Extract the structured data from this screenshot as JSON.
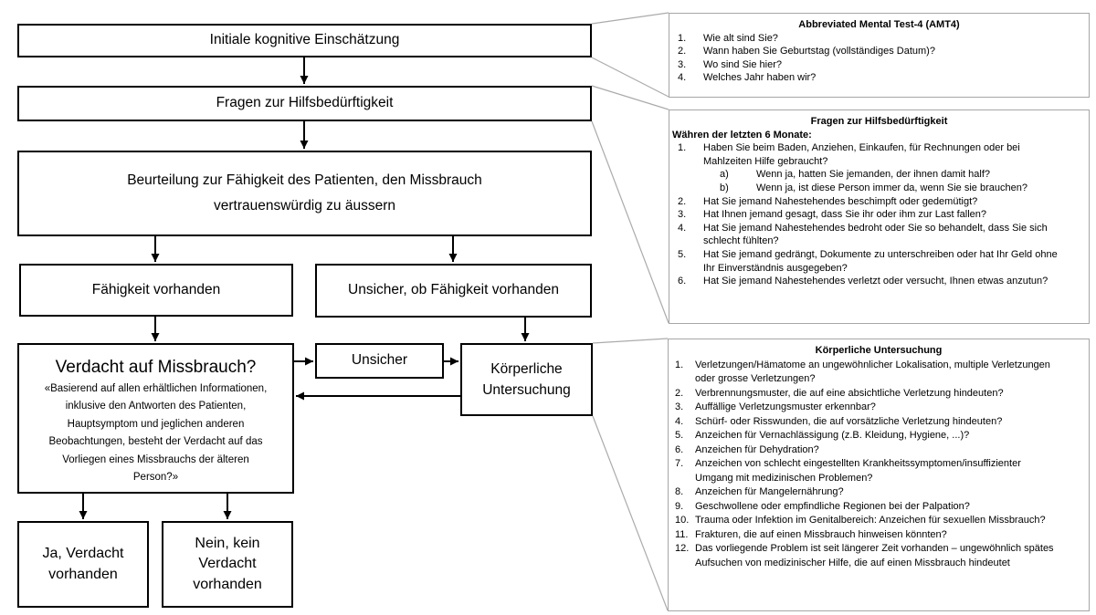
{
  "colors": {
    "background": "#ffffff",
    "box_border": "#000000",
    "text": "#000000",
    "panel_border": "#a6a6a6",
    "callout_line": "#ababab"
  },
  "flowchart": {
    "nodes": {
      "initial": "Initiale kognitive Einschätzung",
      "fragen": "Fragen zur Hilfsbedürftigkeit",
      "beurteilung": "Beurteilung zur Fähigkeit des Patienten, den Missbrauch\nvertrauenswürdig zu äussern",
      "faehigkeit": "Fähigkeit vorhanden",
      "unsicher_ob": "Unsicher, ob Fähigkeit vorhanden",
      "verdacht_title": "Verdacht auf Missbrauch?",
      "verdacht_sub": "«Basierend auf allen erhältlichen Informationen,\ninklusive den Antworten des Patienten,\nHauptsymptom und jeglichen anderen\nBeobachtungen, besteht der Verdacht auf das\nVorliegen eines Missbrauchs der älteren\nPerson?»",
      "unsicher": "Unsicher",
      "koerperlich": "Körperliche\nUntersuchung",
      "ja": "Ja, Verdacht\nvorhanden",
      "nein": "Nein, kein\nVerdacht\nvorhanden"
    }
  },
  "panels": [
    {
      "title": "Abbreviated Mental Test-4 (AMT4)",
      "items": [
        {
          "n": "1.",
          "text": "Wie alt sind Sie?"
        },
        {
          "n": "2.",
          "text": "Wann haben Sie Geburtstag (vollständiges Datum)?"
        },
        {
          "n": "3.",
          "text": "Wo sind Sie hier?"
        },
        {
          "n": "4.",
          "text": "Welches Jahr haben wir?"
        }
      ]
    },
    {
      "title": "Fragen zur Hilfsbedürftigkeit",
      "subtitle": "Währen der letzten 6 Monate:",
      "items": [
        {
          "n": "1.",
          "text": "Haben Sie beim Baden, Anziehen, Einkaufen, für Rechnungen oder bei Mahlzeiten Hilfe gebraucht?"
        },
        {
          "n": "a)",
          "text": "Wenn ja, hatten Sie jemanden, der ihnen damit half?"
        },
        {
          "n": "b)",
          "text": "Wenn ja, ist diese Person immer da, wenn Sie sie brauchen?"
        },
        {
          "n": "2.",
          "text": "Hat Sie jemand Nahestehendes beschimpft oder gedemütigt?"
        },
        {
          "n": "3.",
          "text": "Hat Ihnen jemand gesagt, dass Sie ihr oder ihm zur Last fallen?"
        },
        {
          "n": "4.",
          "text": "Hat Sie jemand Nahestehendes bedroht oder Sie so behandelt, dass Sie sich schlecht fühlten?"
        },
        {
          "n": "5.",
          "text": "Hat Sie jemand gedrängt, Dokumente zu unterschreiben oder hat Ihr Geld ohne Ihr Einverständnis ausgegeben?"
        },
        {
          "n": "6.",
          "text": "Hat Sie jemand Nahestehendes verletzt oder versucht, Ihnen etwas anzutun?"
        }
      ]
    },
    {
      "title": "Körperliche Untersuchung",
      "items": [
        {
          "n": "1.",
          "text": "Verletzungen/Hämatome an ungewöhnlicher Lokalisation, multiple Verletzungen oder grosse Verletzungen?"
        },
        {
          "n": "2.",
          "text": "Verbrennungsmuster, die auf eine absichtliche Verletzung hindeuten?"
        },
        {
          "n": "3.",
          "text": "Auffällige Verletzungsmuster erkennbar?"
        },
        {
          "n": "4.",
          "text": "Schürf- oder Risswunden, die auf vorsätzliche Verletzung hindeuten?"
        },
        {
          "n": "5.",
          "text": "Anzeichen für Vernachlässigung (z.B. Kleidung, Hygiene, ...)?"
        },
        {
          "n": "6.",
          "text": "Anzeichen für Dehydration?"
        },
        {
          "n": "7.",
          "text": "Anzeichen von schlecht eingestellten Krankheitssymptomen/insuffizienter Umgang mit medizinischen Problemen?"
        },
        {
          "n": "8.",
          "text": "Anzeichen für Mangelernährung?"
        },
        {
          "n": "9.",
          "text": "Geschwollene oder empfindliche Regionen bei der Palpation?"
        },
        {
          "n": "10.",
          "text": "Trauma oder Infektion im Genitalbereich: Anzeichen für sexuellen Missbrauch?"
        },
        {
          "n": "11.",
          "text": "Frakturen, die auf einen Missbrauch hinweisen könnten?"
        },
        {
          "n": "12.",
          "text": "Das vorliegende Problem ist seit längerer Zeit vorhanden – ungewöhnlich spätes Aufsuchen von medizinischer Hilfe, die auf einen Missbrauch hindeutet"
        }
      ]
    }
  ]
}
